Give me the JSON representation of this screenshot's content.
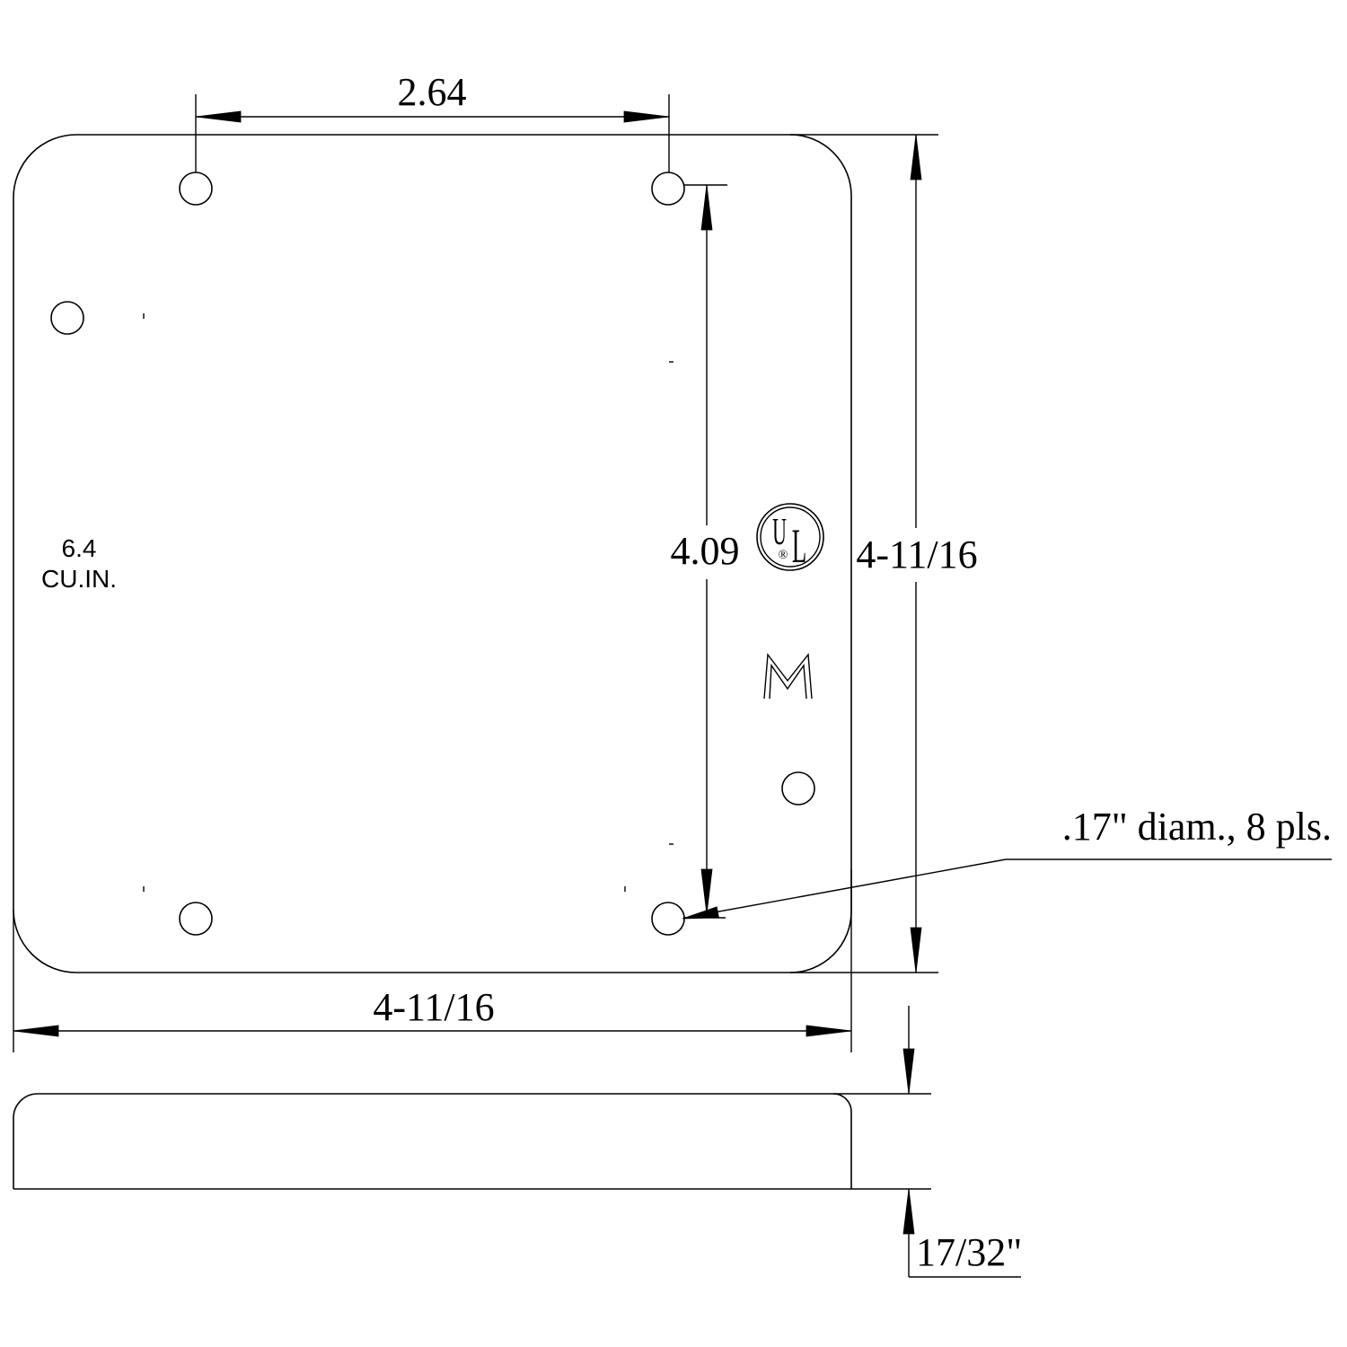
{
  "drawing": {
    "plan_view": {
      "hole_spacing_horizontal": "2.64",
      "hole_spacing_vertical": "4.09",
      "overall_height": "4-11/16",
      "overall_width": "4-11/16",
      "hole_callout": ".17\" diam., 8 pls.",
      "volume": {
        "value": "6.4",
        "unit": "CU.IN."
      },
      "ul_mark": {
        "letter_u": "U",
        "letter_l": "L",
        "registered": "®"
      },
      "maker_mark": "M"
    },
    "side_view": {
      "thickness": "17/32\""
    }
  },
  "colors": {
    "line": "#000000",
    "background": "#ffffff"
  }
}
